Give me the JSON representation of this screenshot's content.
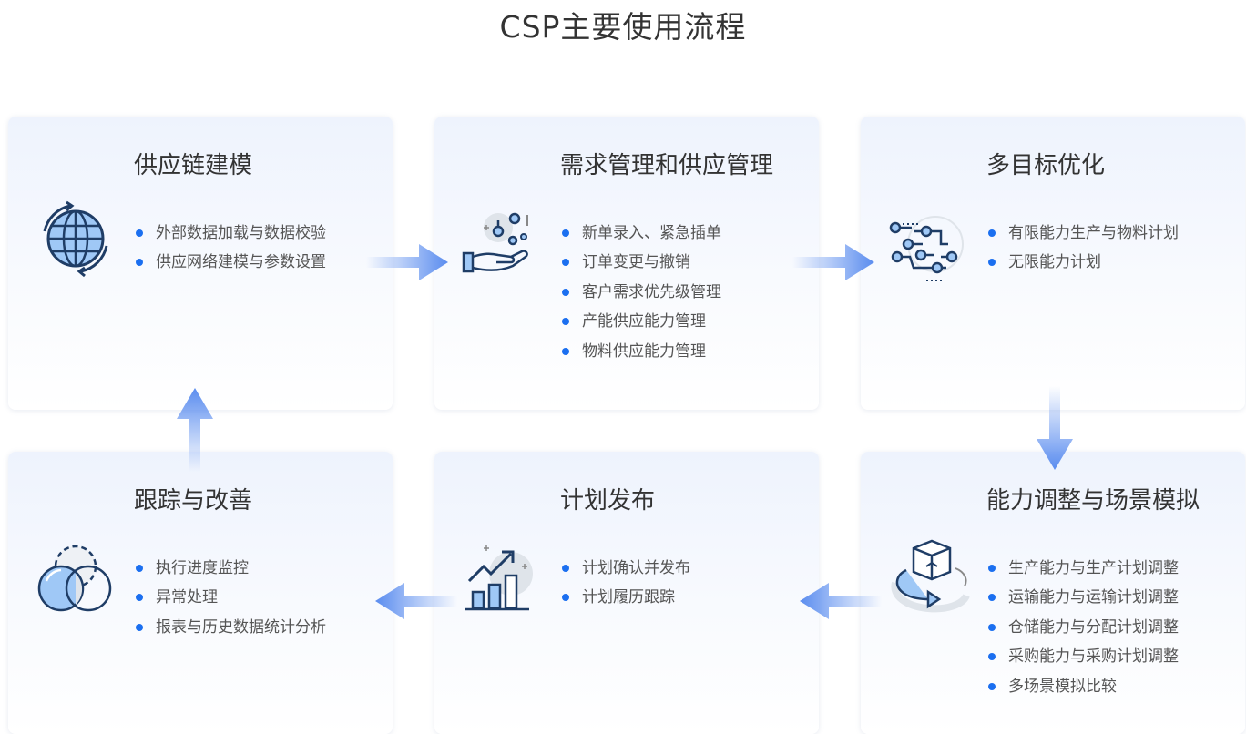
{
  "title": "CSP主要使用流程",
  "colors": {
    "accent": "#1b6ff0",
    "arrow": "#5b8def",
    "icon_stroke": "#1f3d66",
    "icon_fill": "#9fc8f6"
  },
  "steps": [
    {
      "title": "供应链建模",
      "icon": "globe-icon",
      "items": [
        "外部数据加载与数据校验",
        "供应网络建模与参数设置"
      ]
    },
    {
      "title": "需求管理和供应管理",
      "icon": "hand-molecule-icon",
      "items": [
        "新单录入、紧急插单",
        "订单变更与撤销",
        "客户需求优先级管理",
        "产能供应能力管理",
        "物料供应能力管理"
      ]
    },
    {
      "title": "多目标优化",
      "icon": "circuit-icon",
      "items": [
        "有限能力生产与物料计划",
        "无限能力计划"
      ]
    },
    {
      "title": "能力调整与场景模拟",
      "icon": "rotating-cube-icon",
      "items": [
        "生产能力与生产计划调整",
        "运输能力与运输计划调整",
        "仓储能力与分配计划调整",
        "采购能力与采购计划调整",
        "多场景模拟比较"
      ]
    },
    {
      "title": "计划发布",
      "icon": "growth-chart-icon",
      "items": [
        "计划确认并发布",
        "计划履历跟踪"
      ]
    },
    {
      "title": "跟踪与改善",
      "icon": "overlap-circles-icon",
      "items": [
        "执行进度监控",
        "异常处理",
        "报表与历史数据统计分析"
      ]
    }
  ]
}
